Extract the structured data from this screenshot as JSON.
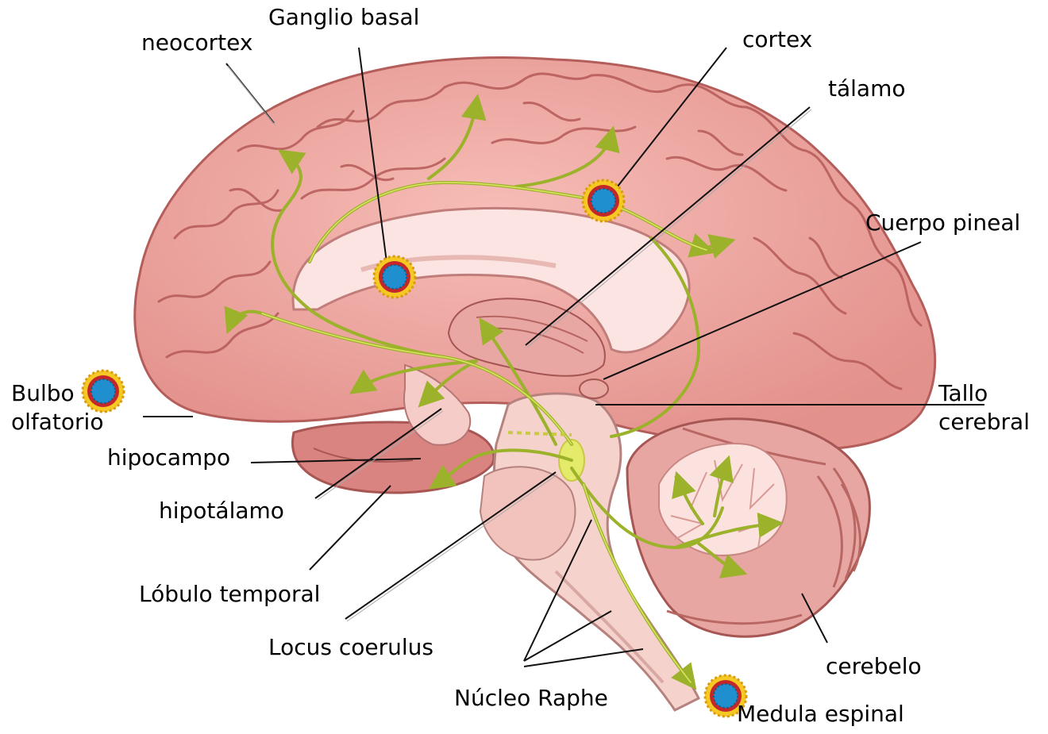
{
  "labels": {
    "ganglio_basal": "Ganglio basal",
    "neocortex": "neocortex",
    "cortex": "cortex",
    "talamo": "tálamo",
    "cuerpo_pineal": "Cuerpo pineal",
    "bulbo_olfatorio": "Bulbo\nolfatorio",
    "tallo_cerebral": "Tallo\ncerebral",
    "hipocampo": "hipocampo",
    "hipotalamo": "hipotálamo",
    "lobulo_temporal": "Lóbulo temporal",
    "locus_coerulus": "Locus coerulus",
    "cerebelo": "cerebelo",
    "nucleo_raphe": "Núcleo Raphe",
    "medula_espinal": "Medula espinal"
  },
  "colors": {
    "brain": "#f2a9a4",
    "brain_shadow": "#c86f6c",
    "gyrus_line": "#b55a58",
    "inner": "#fbe4e2",
    "brainstem": "#f5d2cc",
    "cerebellum": "#eea9a5",
    "pathway": "#9bb22a",
    "pathway_light": "#e4ec6a",
    "virus_core": "#1f8fd0",
    "virus_ring": "#c4272a",
    "virus_spikes": "#f5c823",
    "leader_line": "#111111"
  },
  "icons": [
    "virus-icon"
  ]
}
